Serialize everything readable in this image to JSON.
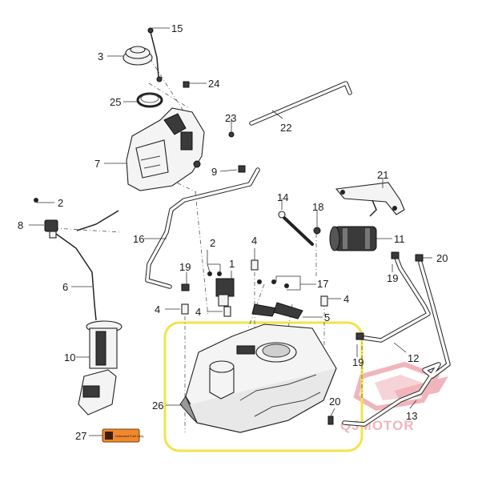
{
  "callouts": [
    "15",
    "3",
    "24",
    "25",
    "23",
    "22",
    "7",
    "9",
    "21",
    "2",
    "14",
    "18",
    "8",
    "11",
    "16",
    "6",
    "20",
    "2",
    "1",
    "4",
    "19",
    "19",
    "17",
    "4",
    "4",
    "5",
    "4",
    "10",
    "12",
    "26",
    "20",
    "13",
    "27"
  ],
  "warning_label_text": "Unleaded Fuel Only",
  "watermark_text": "QJMOTOR",
  "colors": {
    "highlight": "#f2e34a",
    "watermark": "#e05d6a",
    "label_orange": "#f0892e"
  }
}
